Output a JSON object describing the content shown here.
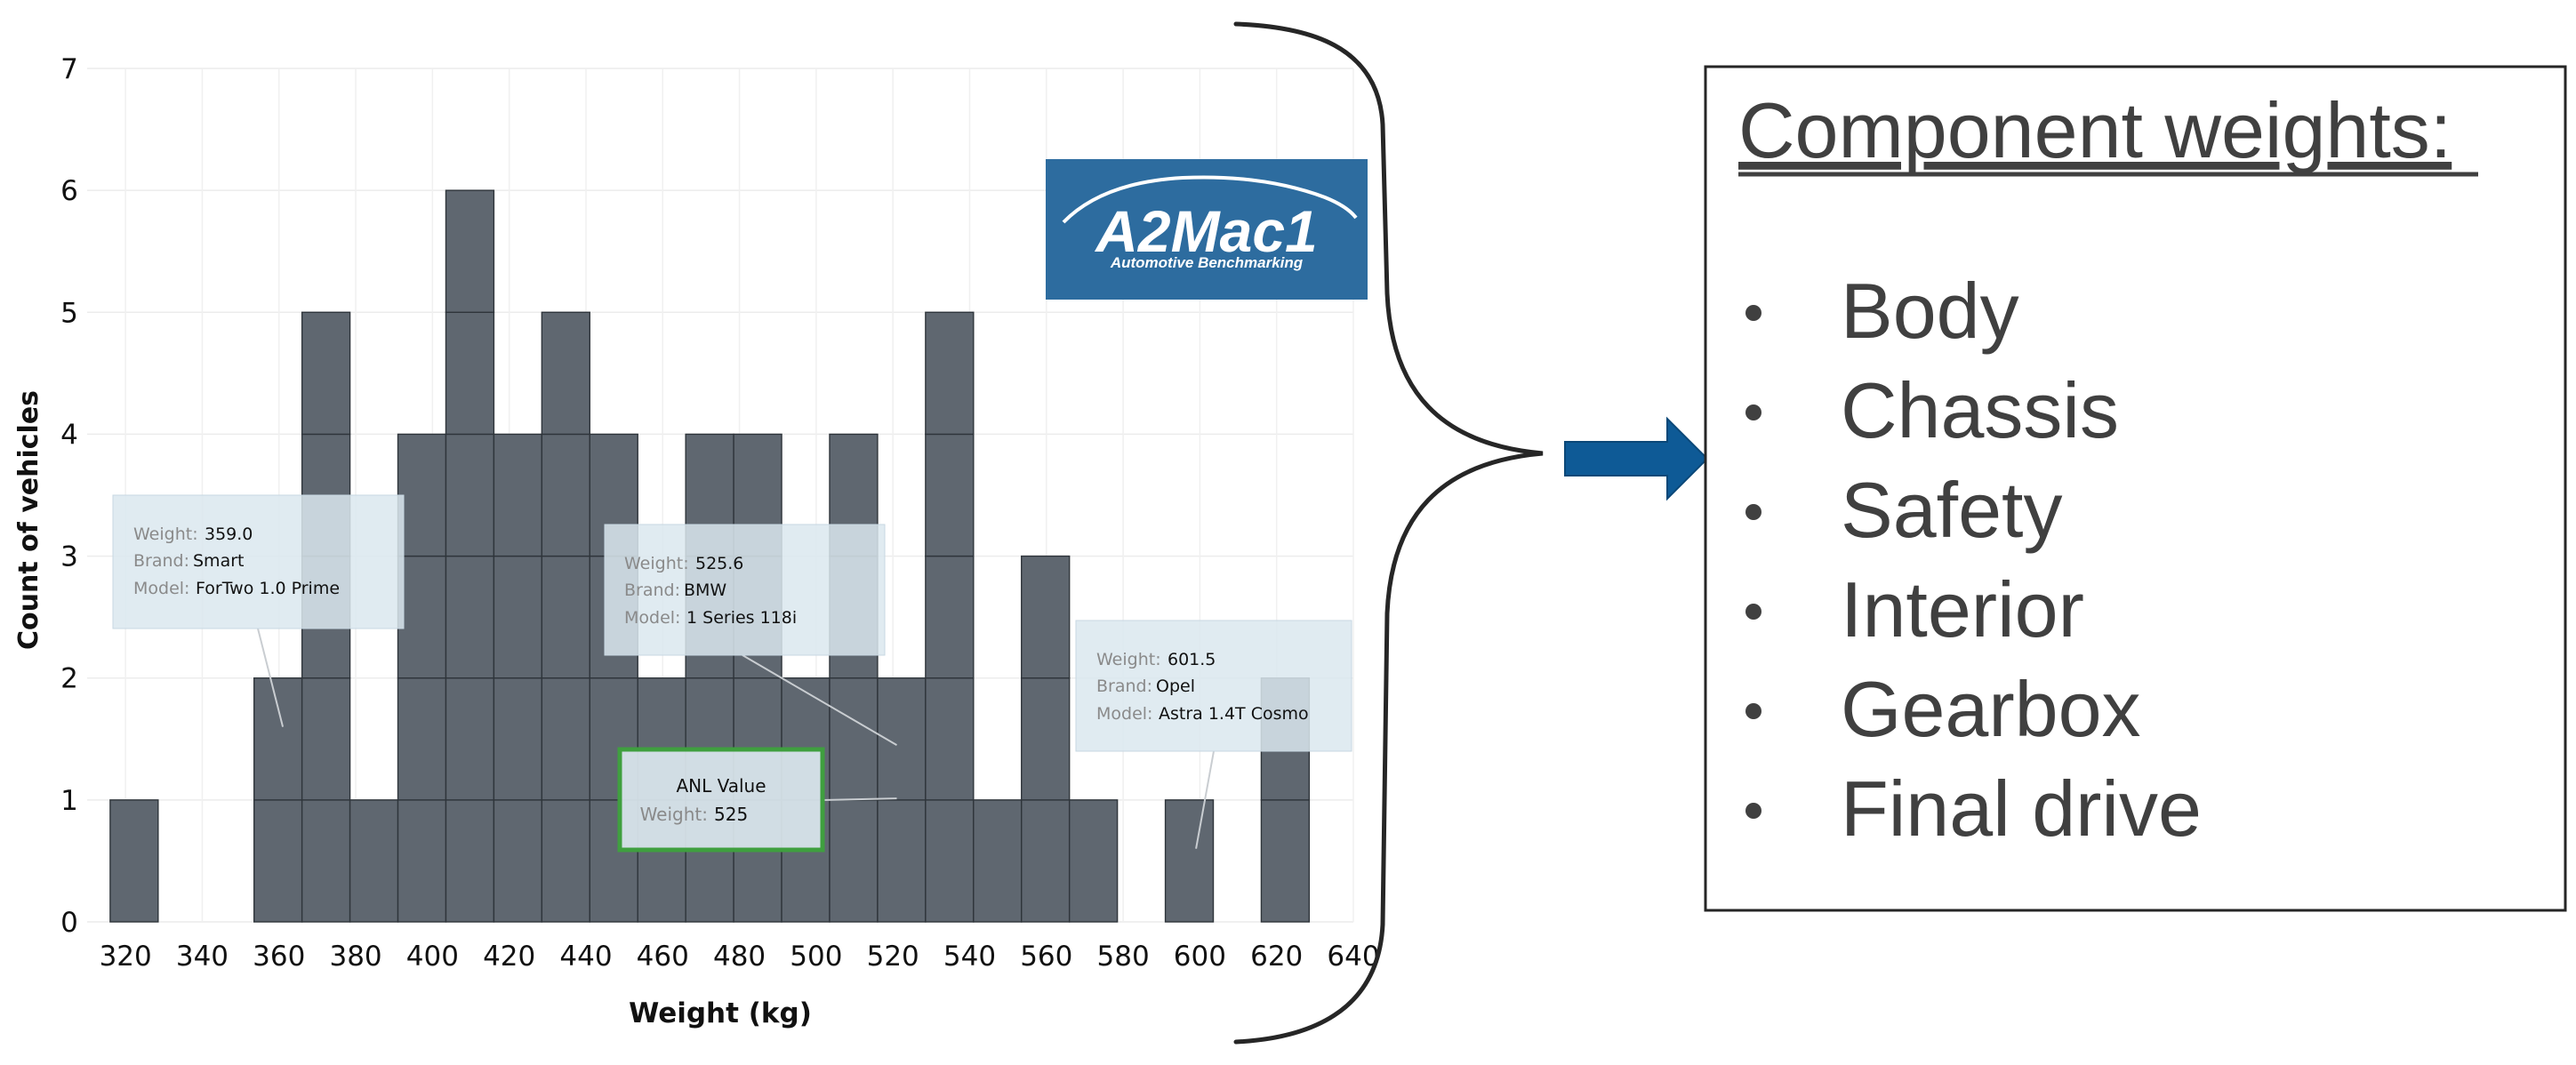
{
  "chart_data": {
    "type": "bar",
    "title": "",
    "xlabel": "Weight (kg)",
    "ylabel": "Count of vehicles",
    "xlim": [
      310,
      640
    ],
    "ylim": [
      0,
      7
    ],
    "x_ticks": [
      320,
      340,
      360,
      380,
      400,
      420,
      440,
      460,
      480,
      500,
      520,
      540,
      560,
      580,
      600,
      620,
      640
    ],
    "y_ticks": [
      0,
      1,
      2,
      3,
      4,
      5,
      6,
      7
    ],
    "grid": true,
    "bar_color": "#5f6770",
    "bins": [
      {
        "start": 316,
        "end": 328.5,
        "count": 1
      },
      {
        "start": 353.5,
        "end": 366,
        "count": 2
      },
      {
        "start": 366,
        "end": 378.5,
        "count": 5
      },
      {
        "start": 378.5,
        "end": 391,
        "count": 1
      },
      {
        "start": 391,
        "end": 403.5,
        "count": 4
      },
      {
        "start": 403.5,
        "end": 416,
        "count": 6
      },
      {
        "start": 416,
        "end": 428.5,
        "count": 4
      },
      {
        "start": 428.5,
        "end": 441,
        "count": 5
      },
      {
        "start": 441,
        "end": 453.5,
        "count": 4
      },
      {
        "start": 453.5,
        "end": 466,
        "count": 2
      },
      {
        "start": 466,
        "end": 478.5,
        "count": 4
      },
      {
        "start": 478.5,
        "end": 491,
        "count": 4
      },
      {
        "start": 491,
        "end": 503.5,
        "count": 2
      },
      {
        "start": 503.5,
        "end": 516,
        "count": 4
      },
      {
        "start": 516,
        "end": 528.5,
        "count": 2
      },
      {
        "start": 528.5,
        "end": 541,
        "count": 5
      },
      {
        "start": 541,
        "end": 553.5,
        "count": 1
      },
      {
        "start": 553.5,
        "end": 566,
        "count": 3
      },
      {
        "start": 566,
        "end": 578.5,
        "count": 1
      },
      {
        "start": 591,
        "end": 603.5,
        "count": 1
      },
      {
        "start": 616,
        "end": 628.5,
        "count": 2
      }
    ],
    "annotations": [
      {
        "weight_label": "Weight:",
        "weight": "359.0",
        "brand_label": "Brand:",
        "brand": "Smart",
        "model_label": "Model:",
        "model": "ForTwo 1.0 Prime",
        "point": [
          361,
          1.6
        ]
      },
      {
        "weight_label": "Weight:",
        "weight": "525.6",
        "brand_label": "Brand:",
        "brand": "BMW",
        "model_label": "Model:",
        "model": "1 Series 118i",
        "point": [
          521,
          1.45
        ]
      },
      {
        "weight_label": "Weight:",
        "weight": "601.5",
        "brand_label": "Brand:",
        "brand": "Opel",
        "model_label": "Model:",
        "model": "Astra 1.4T Cosmo",
        "point": [
          599,
          0.6
        ]
      }
    ],
    "highlight": {
      "title": "ANL Value",
      "weight_label": "Weight:",
      "weight": "525",
      "color": "#3f9f3f",
      "point": [
        521,
        1.45
      ]
    }
  },
  "logo": {
    "main": "A2Mac1",
    "sub": "Automotive Benchmarking",
    "bg": "#2d6c9f"
  },
  "arrow_color": "#0e5a96",
  "panel": {
    "title": "Component weights:",
    "items": [
      "Body",
      "Chassis",
      "Safety",
      "Interior",
      "Gearbox",
      "Final drive"
    ]
  }
}
